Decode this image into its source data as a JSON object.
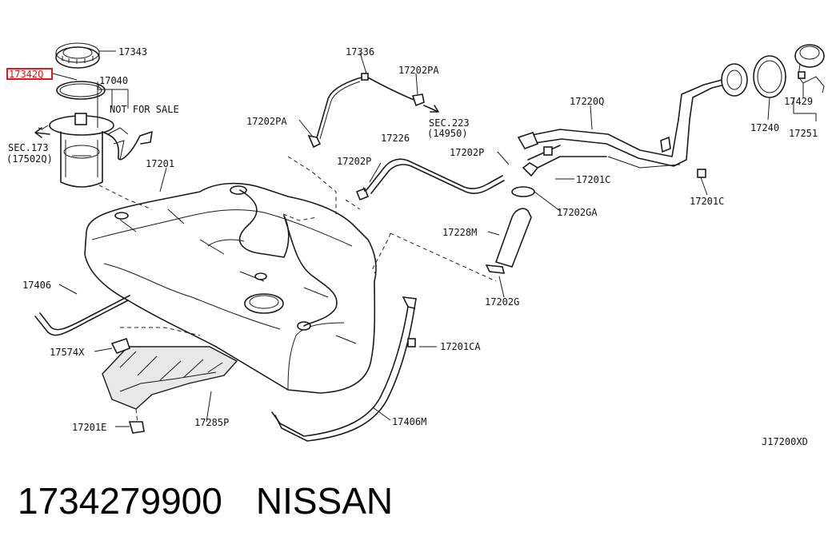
{
  "diagram": {
    "labels": {
      "l17343": "17343",
      "l17342Q": "17342Q",
      "l17040": "17040",
      "not_for_sale": "NOT FOR SALE",
      "sec173_a": "SEC.173",
      "sec173_b": "(17502Q)",
      "l17201": "17201",
      "l17336": "17336",
      "l17202PA_a": "17202PA",
      "l17202PA_b": "17202PA",
      "sec223_a": "SEC.223",
      "sec223_b": "(14950)",
      "l17226": "17226",
      "l17202P_a": "17202P",
      "l17202P_b": "17202P",
      "l17220Q": "17220Q",
      "l17201C_a": "17201C",
      "l17201C_b": "17201C",
      "l17202GA": "17202GA",
      "l17228M": "17228M",
      "l17202G": "17202G",
      "l17240": "17240",
      "l17429": "17429",
      "l17251": "17251",
      "l17406": "17406",
      "l17574X": "17574X",
      "l17201CA": "17201CA",
      "l17201E": "17201E",
      "l17285P": "17285P",
      "l17406M": "17406M",
      "drawing_code": "J17200XD"
    },
    "highlight_color": "#e01818"
  },
  "footer": {
    "part_number": "1734279900",
    "brand": "NISSAN"
  }
}
